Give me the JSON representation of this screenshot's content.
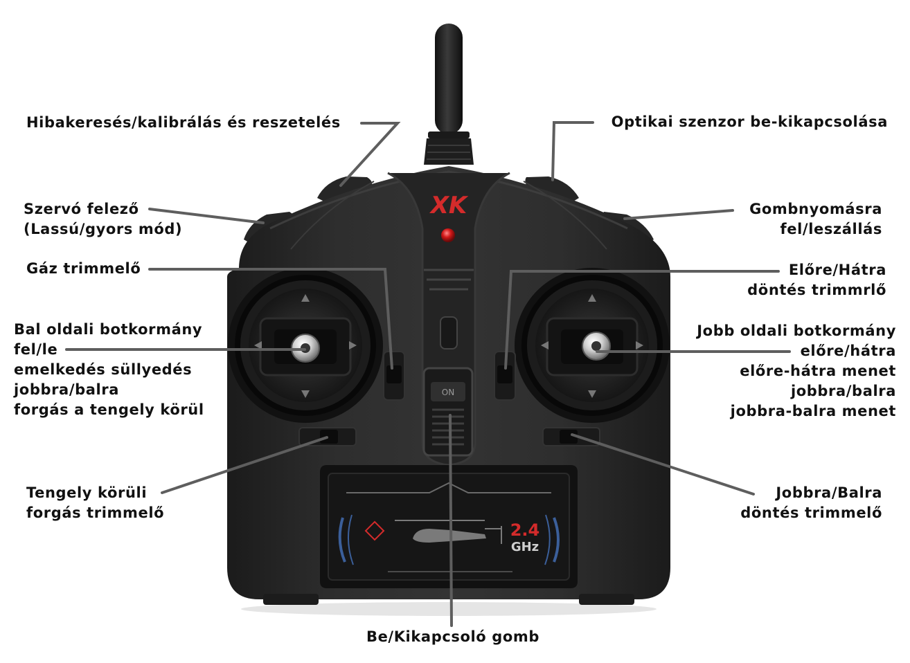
{
  "brand_logo": "XK",
  "on_switch_text": "ON",
  "frequency_badge": {
    "value": "2.4",
    "unit": "GHz"
  },
  "colors": {
    "body": "#2a2a2a",
    "brand_red": "#d42b2b",
    "leader_line": "#5e5e5e",
    "label_text": "#111111"
  },
  "labels": {
    "debug": "Hibakeresés/kalibrálás és reszetelés",
    "servo": [
      "Szervó felező",
      "(Lassú/gyors mód)"
    ],
    "gas_trim": "Gáz trimmelő",
    "left_stick": [
      "Bal oldali botkormány",
      "fel/le",
      "emelkedés süllyedés",
      "jobbra/balra",
      "forgás a tengely körül"
    ],
    "yaw_trim": [
      "Tengely körüli",
      "forgás trimmelő"
    ],
    "optical": "Optikai szenzor be-kikapcsolása",
    "takeoff": [
      "Gombnyomásra",
      "fel/leszállás"
    ],
    "pitch_trim": [
      "Előre/Hátra",
      "döntés trimmrlő"
    ],
    "right_stick": [
      "Jobb oldali botkormány",
      "előre/hátra",
      "előre-hátra menet",
      "jobbra/balra",
      "jobbra-balra menet"
    ],
    "roll_trim": [
      "Jobbra/Balra",
      "döntés trimmelő"
    ],
    "power": "Be/Kikapcsoló gomb"
  }
}
